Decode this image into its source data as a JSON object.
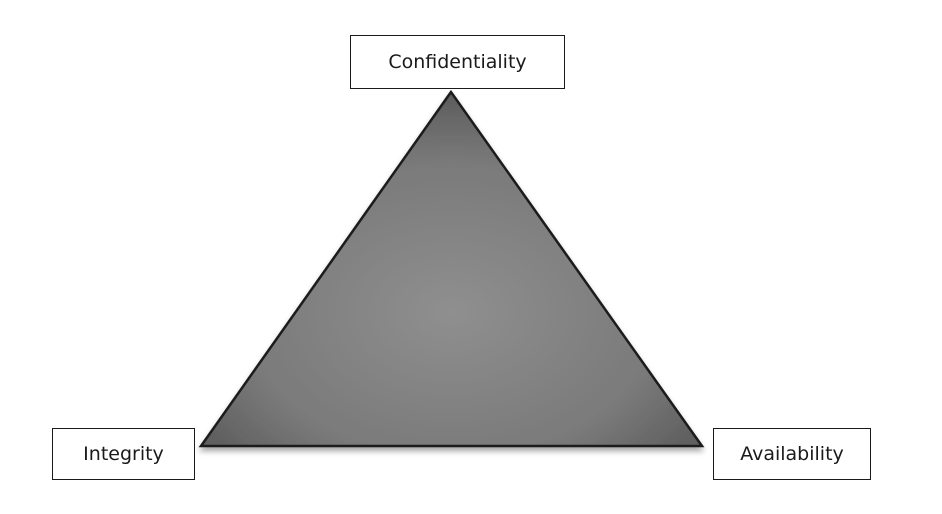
{
  "vertices": {
    "top": "Confidentiality",
    "left": "Integrity",
    "right": "Availability"
  },
  "colors": {
    "triangle_fill_light": "#8f8f8f",
    "triangle_fill_dark": "#5f5f5f",
    "triangle_stroke": "#1a1a1a",
    "box_border": "#1a1a1a",
    "text": "#1a1a1a"
  }
}
